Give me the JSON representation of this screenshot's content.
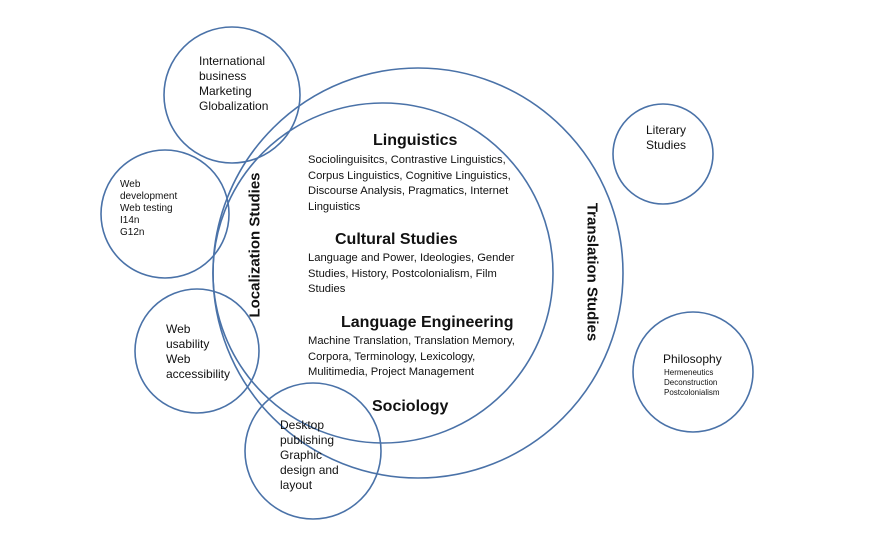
{
  "vertical_labels": {
    "localization": "Localization Studies",
    "translation": "Translation Studies"
  },
  "central_topics": [
    {
      "heading": "Linguistics",
      "body": "Sociolinguisitcs, Contrastive Linguistics,\nCorpus Linguistics, Cognitive Linguistics,\nDiscourse Analysis, Pragmatics, Internet\nLinguistics"
    },
    {
      "heading": "Cultural Studies",
      "body": "Language and Power, Ideologies, Gender\nStudies, History, Postcolonialism, Film\nStudies"
    },
    {
      "heading": "Language Engineering",
      "body": "Machine Translation, Translation Memory,\nCorpora, Terminology, Lexicology,\nMulitimedia, Project Management"
    },
    {
      "heading": "Sociology",
      "body": ""
    }
  ],
  "satellites": {
    "business": "International\nbusiness\nMarketing\nGlobalization",
    "web_dev": "Web\ndevelopment\nWeb testing\nI14n\nG12n",
    "web_usability": "Web\nusability\nWeb\naccessibility",
    "desktop_publishing": "Desktop\npublishing\nGraphic\ndesign and\nlayout",
    "literary": "Literary\nStudies",
    "philosophy_title": "Philosophy",
    "philosophy_items": "Hermeneutics\nDeconstruction\nPostcolonialism"
  },
  "colors": {
    "circle_stroke": "#4a72a8",
    "text": "#111111"
  }
}
